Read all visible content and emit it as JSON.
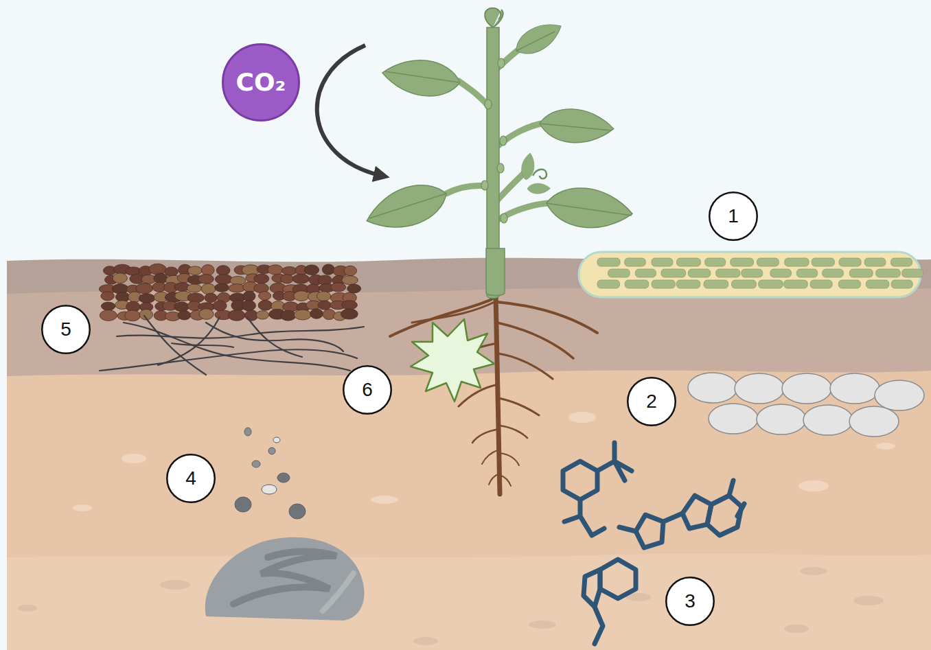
{
  "diagram": {
    "nodes": [
      {
        "text": [
          "CO₂"
        ]
      },
      {
        "text": [
          "1"
        ]
      },
      {
        "text": [
          "5"
        ]
      },
      {
        "text": [
          "6"
        ]
      },
      {
        "text": [
          "2"
        ]
      },
      {
        "text": [
          "4"
        ]
      },
      {
        "text": [
          "3"
        ]
      }
    ]
  }
}
